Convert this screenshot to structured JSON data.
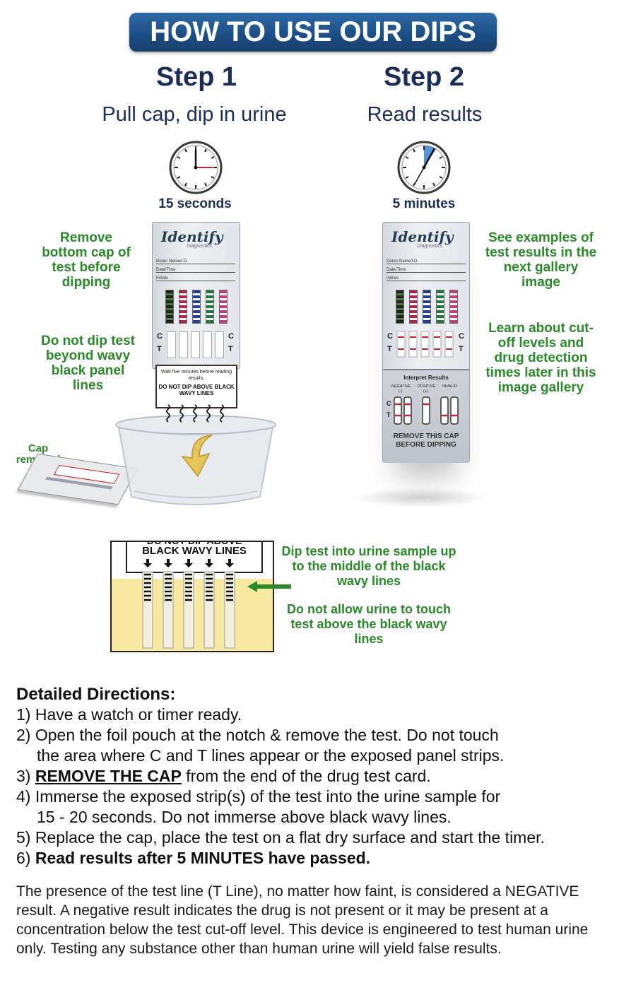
{
  "banner": {
    "title": "HOW TO USE OUR DIPS"
  },
  "step1": {
    "title": "Step 1",
    "subtitle": "Pull cap, dip in urine",
    "time_label": "15 seconds",
    "note_cap": "Remove bottom cap of test before dipping",
    "note_dip": "Do not dip test beyond wavy black panel lines",
    "cap_removed": "Cap removed"
  },
  "step2": {
    "title": "Step 2",
    "subtitle": "Read results",
    "time_label": "5 minutes",
    "note_examples": "See examples of test results in the next gallery image",
    "note_cutoff": "Learn about cut-off levels and drug detection times later in this image gallery"
  },
  "card1": {
    "brand": "Identify",
    "brand_sub": "Diagnostics",
    "field_donor": "Donor Name/I.D.",
    "field_date": "Date/Time",
    "field_initials": "Initials",
    "c_label": "C",
    "t_label": "T",
    "wait_text": "Wait five minutes before reading results.",
    "warning_text": "DO NOT DIP ABOVE BLACK WAVY LINES"
  },
  "card2": {
    "brand": "Identify",
    "brand_sub": "Diagnostics",
    "field_donor": "Donor Name/I.D.",
    "field_date": "Date/Time",
    "field_initials": "Initials",
    "c_label": "C",
    "t_label": "T",
    "interpret_title": "Interpret Results",
    "col_negative": "NEGATIVE",
    "col_positive": "POSITIVE",
    "col_invalid": "INVALID",
    "sym_negative": "(-)",
    "sym_positive": "(+)",
    "remove_cap": "REMOVE THIS CAP BEFORE DIPPING"
  },
  "dip_detail": {
    "header_top": "DO NOT DIP ABOVE",
    "header": "BLACK WAVY LINES",
    "note_dip": "Dip test into urine sample up to the middle of the black wavy lines",
    "note_touch": "Do not allow urine to touch test above the black wavy lines"
  },
  "directions": {
    "heading": "Detailed Directions:",
    "step1": "1) Have a watch or timer ready.",
    "step2_a": "2) Open the foil pouch at the notch & remove the test. Do not touch",
    "step2_b": "the area where C and T lines appear or the exposed panel strips.",
    "step3_num": "3) ",
    "step3_bold": "REMOVE THE CAP",
    "step3_rest": " from the end of the drug test card.",
    "step4_a": "4) Immerse the exposed strip(s) of the test into the urine sample for",
    "step4_b": "15 - 20 seconds. Do not immerse above black wavy lines.",
    "step5": "5) Replace the cap, place the test on a flat dry surface and start the timer.",
    "step6_num": "6) ",
    "step6_bold": "Read results after 5 MINUTES have passed."
  },
  "disclaimer": "The presence of the test line (T Line), no matter how faint, is considered a NEGATIVE result. A negative result indicates the drug is not present or it may be present at a concentration below the test cut-off level. This device is engineered to test human urine only. Testing any substance other than human urine will yield false results.",
  "colors": {
    "banner": "#1c4f86",
    "title_navy": "#1a2e57",
    "note_green": "#2a8a2a",
    "urine_yellow": "#f7eaa0",
    "result_line_red": "#c0252b"
  },
  "icons": {
    "clock": "clock-icon",
    "arrow": "curved-arrow-icon",
    "pointer": "left-arrow-icon"
  }
}
